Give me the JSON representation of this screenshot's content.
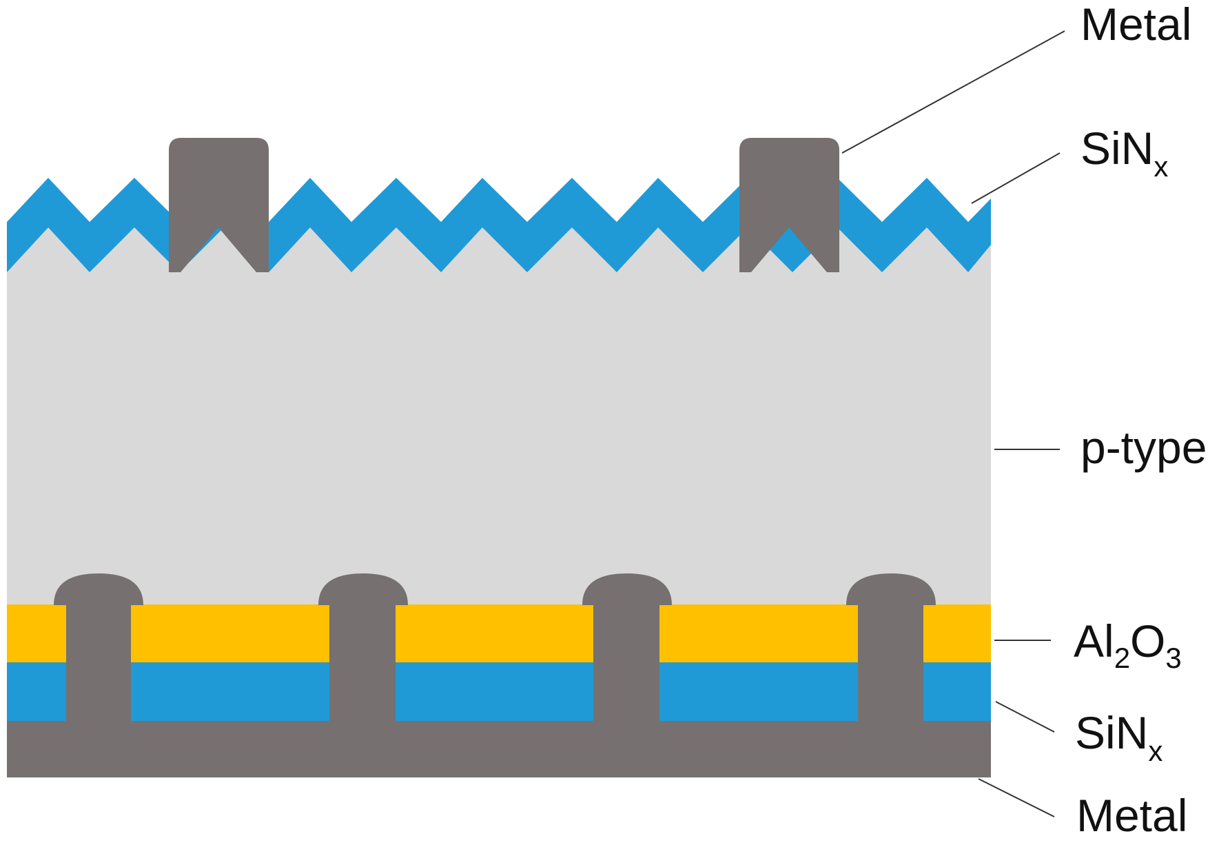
{
  "diagram": {
    "labels": {
      "front_metal": "Metal",
      "front_sinx_base": "SiN",
      "front_sinx_sub": "x",
      "substrate": "p-type",
      "al2o3_a": "Al",
      "al2o3_sub1": "2",
      "al2o3_b": "O",
      "al2o3_sub2": "3",
      "rear_sinx_base": "SiN",
      "rear_sinx_sub": "x",
      "rear_metal": "Metal"
    },
    "colors": {
      "silicon": "#d9d9d9",
      "sinx": "#1f9ad6",
      "al2o3": "#ffc000",
      "metal": "#767070",
      "leader": "#333333"
    }
  }
}
